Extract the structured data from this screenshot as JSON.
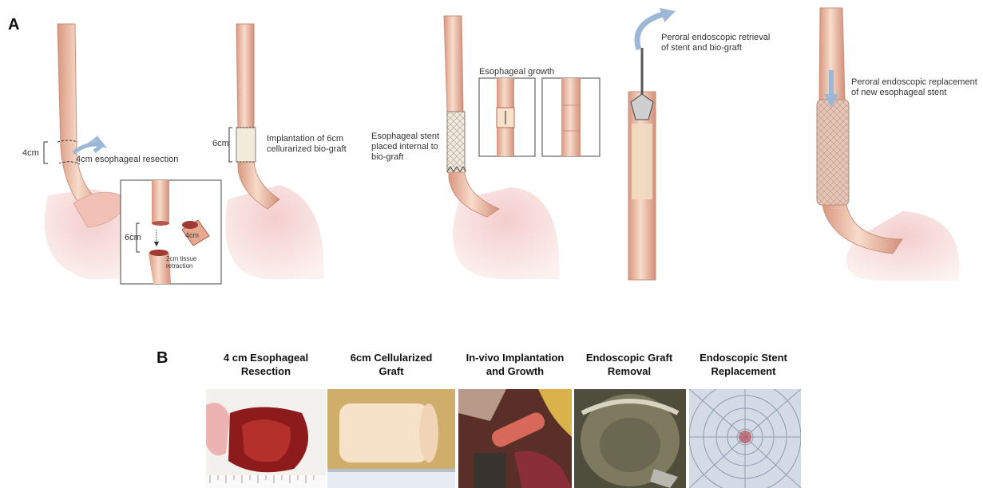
{
  "panel_a": {
    "letter": "A",
    "steps": [
      {
        "label": "4cm esophageal resection",
        "measure": "4cm",
        "inset": {
          "measure": "6cm",
          "piece": "4cm",
          "note": "2cm tissue\nretraction"
        }
      },
      {
        "label": "Implantation of 6cm\ncellurarized bio-graft",
        "measure": "6cm"
      },
      {
        "label": "Esophageal stent\nplaced internal to\nbio-graft",
        "inset_title": "Esophageal growth"
      },
      {
        "label": "Peroral endoscopic retrieval\nof stent and bio-graft"
      },
      {
        "label": "Peroral endoscopic replacement\nof new esophageal stent"
      }
    ]
  },
  "panel_b": {
    "letter": "B",
    "photos": [
      {
        "title": "4 cm Esophageal\nResection"
      },
      {
        "title": "6cm Cellularized\nGraft"
      },
      {
        "title": "In-vivo Implantation\nand Growth"
      },
      {
        "title": "Endoscopic Graft\nRemoval"
      },
      {
        "title": "Endoscopic Stent\nReplacement"
      }
    ]
  },
  "colors": {
    "tissue": "#f2c8b4",
    "tissue_edge": "#c98f7a",
    "stomach": "#f6dcd6",
    "arrow": "#9db8d6",
    "graft": "#f1ecdc"
  }
}
